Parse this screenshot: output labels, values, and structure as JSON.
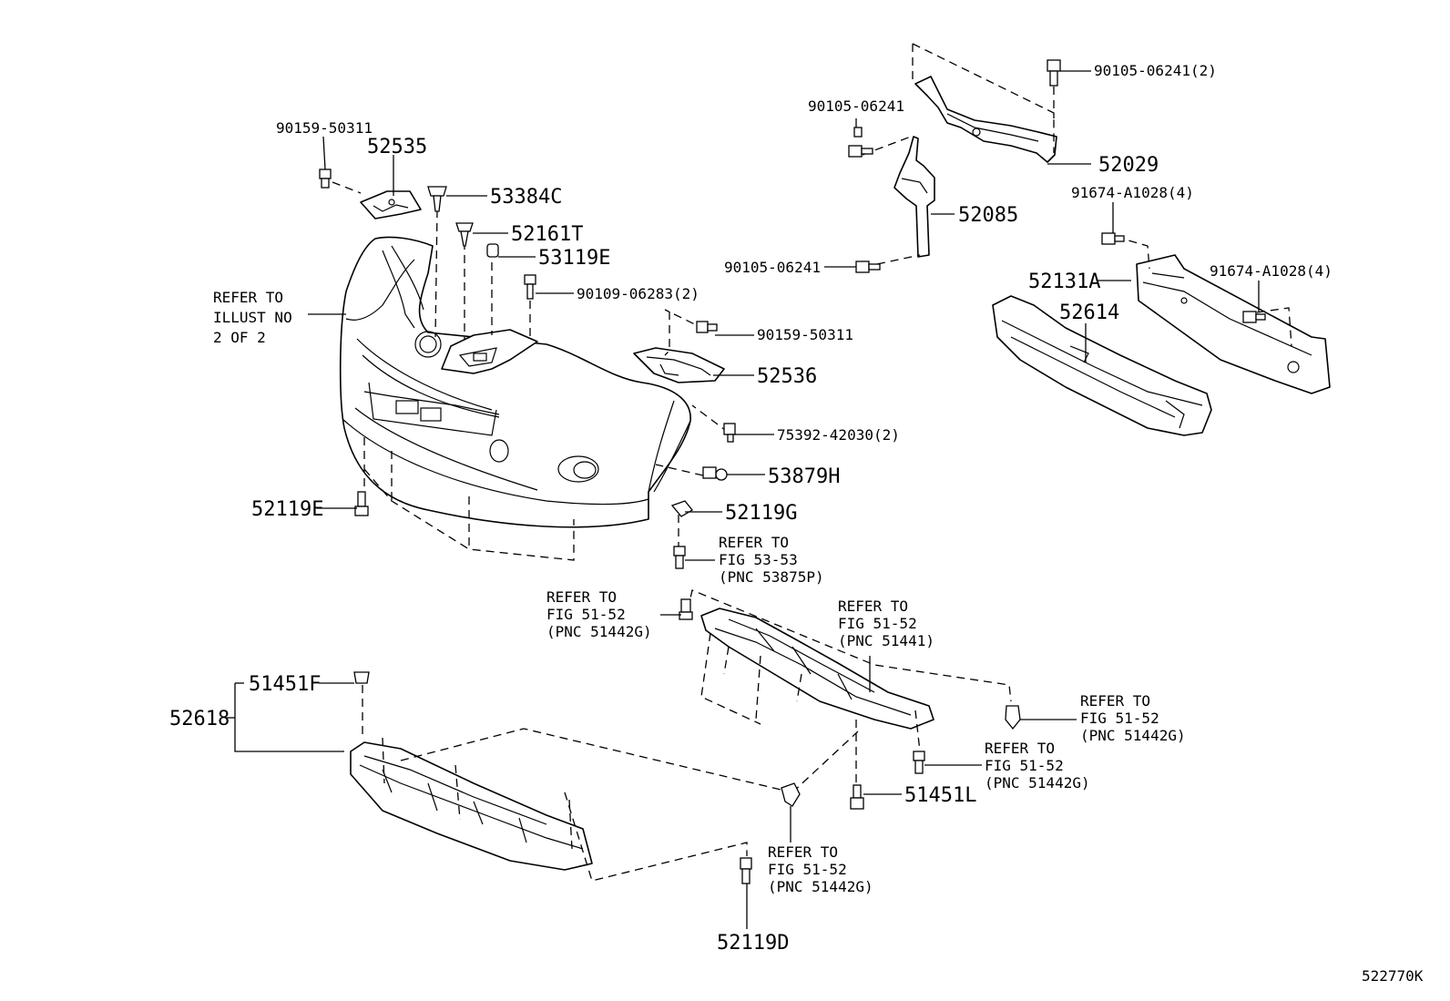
{
  "figure_code": "522770K",
  "refer_illust": [
    "REFER TO",
    "ILLUST NO",
    "2 OF 2"
  ],
  "labels": {
    "p90159_50311_a": "90159-50311",
    "p52535": "52535",
    "p53384C": "53384C",
    "p52161T": "52161T",
    "p53119E": "53119E",
    "p90109_06283": "90109-06283(2)",
    "p90159_50311_b": "90159-50311",
    "p52536": "52536",
    "p75392_42030": "75392-42030(2)",
    "p53879H": "53879H",
    "p52119E": "52119E",
    "p52119G": "52119G",
    "p90105_06241_a": "90105-06241(2)",
    "p90105_06241_b": "90105-06241",
    "p52029": "52029",
    "p52085": "52085",
    "p90105_06241_c": "90105-06241",
    "p91674_a": "91674-A1028(4)",
    "p52131A": "52131A",
    "p91674_b": "91674-A1028(4)",
    "p52614": "52614",
    "p51451F": "51451F",
    "p52618": "52618",
    "p51451L": "51451L",
    "p52119D": "52119D"
  },
  "refs": {
    "fig5353": [
      "REFER TO",
      "FIG 53-53",
      "(PNC 53875P)"
    ],
    "fig5152_a": [
      "REFER TO",
      "FIG 51-52",
      "(PNC 51442G)"
    ],
    "fig5152_b": [
      "REFER TO",
      "FIG 51-52",
      "(PNC 51441)"
    ],
    "fig5152_c": [
      "REFER TO",
      "FIG 51-52",
      "(PNC 51442G)"
    ],
    "fig5152_d": [
      "REFER TO",
      "FIG 51-52",
      "(PNC 51442G)"
    ],
    "fig5152_e": [
      "REFER TO",
      "FIG 51-52",
      "(PNC 51442G)"
    ]
  }
}
